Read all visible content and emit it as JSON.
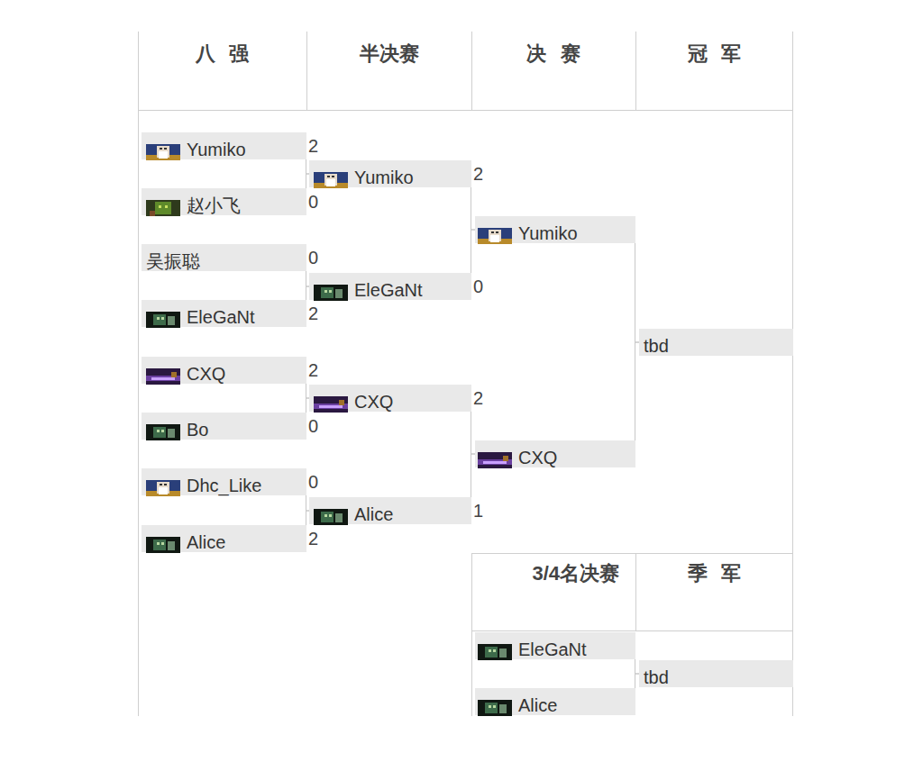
{
  "diagram": {
    "nodes": [
      {
        "text": [
          "Yumiko",
          "2"
        ]
      },
      {
        "text": [
          "赵小飞",
          "0"
        ]
      },
      {
        "text": [
          "吴振聪",
          "0"
        ]
      },
      {
        "text": [
          "EleGaNt",
          "2"
        ]
      },
      {
        "text": [
          "CXQ",
          "2"
        ]
      },
      {
        "text": [
          "Bo",
          "0"
        ]
      },
      {
        "text": [
          "Dhc_Like",
          "0"
        ]
      },
      {
        "text": [
          "Alice",
          "2"
        ]
      },
      {
        "text": [
          "Yumiko",
          "2"
        ]
      },
      {
        "text": [
          "EleGaNt",
          "0"
        ]
      },
      {
        "text": [
          "CXQ",
          "2"
        ]
      },
      {
        "text": [
          "Alice",
          "1"
        ]
      },
      {
        "text": [
          "Yumiko"
        ]
      },
      {
        "text": [
          "CXQ"
        ]
      },
      {
        "text": [
          "tbd"
        ]
      },
      {
        "text": [
          "EleGaNt"
        ]
      },
      {
        "text": [
          "Alice"
        ]
      },
      {
        "text": [
          "tbd"
        ]
      }
    ],
    "edges": [
      {
        "from": 0,
        "to": 8,
        "arrow": "none"
      },
      {
        "from": 1,
        "to": 8,
        "arrow": "none"
      },
      {
        "from": 2,
        "to": 9,
        "arrow": "none"
      },
      {
        "from": 3,
        "to": 9,
        "arrow": "none"
      },
      {
        "from": 4,
        "to": 10,
        "arrow": "none"
      },
      {
        "from": 5,
        "to": 10,
        "arrow": "none"
      },
      {
        "from": 6,
        "to": 11,
        "arrow": "none"
      },
      {
        "from": 7,
        "to": 11,
        "arrow": "none"
      },
      {
        "from": 8,
        "to": 12,
        "arrow": "none"
      },
      {
        "from": 9,
        "to": 12,
        "arrow": "none"
      },
      {
        "from": 10,
        "to": 13,
        "arrow": "none"
      },
      {
        "from": 11,
        "to": 13,
        "arrow": "none"
      },
      {
        "from": 12,
        "to": 14,
        "arrow": "none"
      },
      {
        "from": 13,
        "to": 14,
        "arrow": "none"
      },
      {
        "from": 15,
        "to": 17,
        "arrow": "none"
      },
      {
        "from": 16,
        "to": 17,
        "arrow": "none"
      }
    ],
    "labels": [
      "八强",
      "半决赛",
      "决赛",
      "冠军",
      "3/4名决赛",
      "季军"
    ]
  }
}
